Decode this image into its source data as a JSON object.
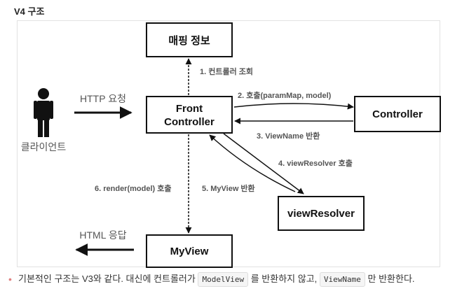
{
  "heading": "V4 구조",
  "diagram": {
    "boxes": {
      "mapping": "매핑 정보",
      "front_line1": "Front",
      "front_line2": "Controller",
      "controller": "Controller",
      "view_resolver": "viewResolver",
      "my_view": "MyView"
    },
    "client_label": "클라이언트",
    "request_label": "HTTP 요청",
    "response_label": "HTML 응답",
    "steps": {
      "step1": "1. 컨트롤러 조회",
      "step2": "2. 호출(paramMap, model)",
      "step3": "3. ViewName 반환",
      "step4": "4. viewResolver 호출",
      "step5": "5. MyView 반환",
      "step6": "6. render(model) 호출"
    }
  },
  "description": {
    "bullet": "•",
    "text_before": "기본적인 구조는 V3와 같다. 대신에 컨트롤러가",
    "code1": "ModelView",
    "text_middle": "를 반환하지 않고,",
    "code2": "ViewName",
    "text_after": "만 반환한다."
  }
}
